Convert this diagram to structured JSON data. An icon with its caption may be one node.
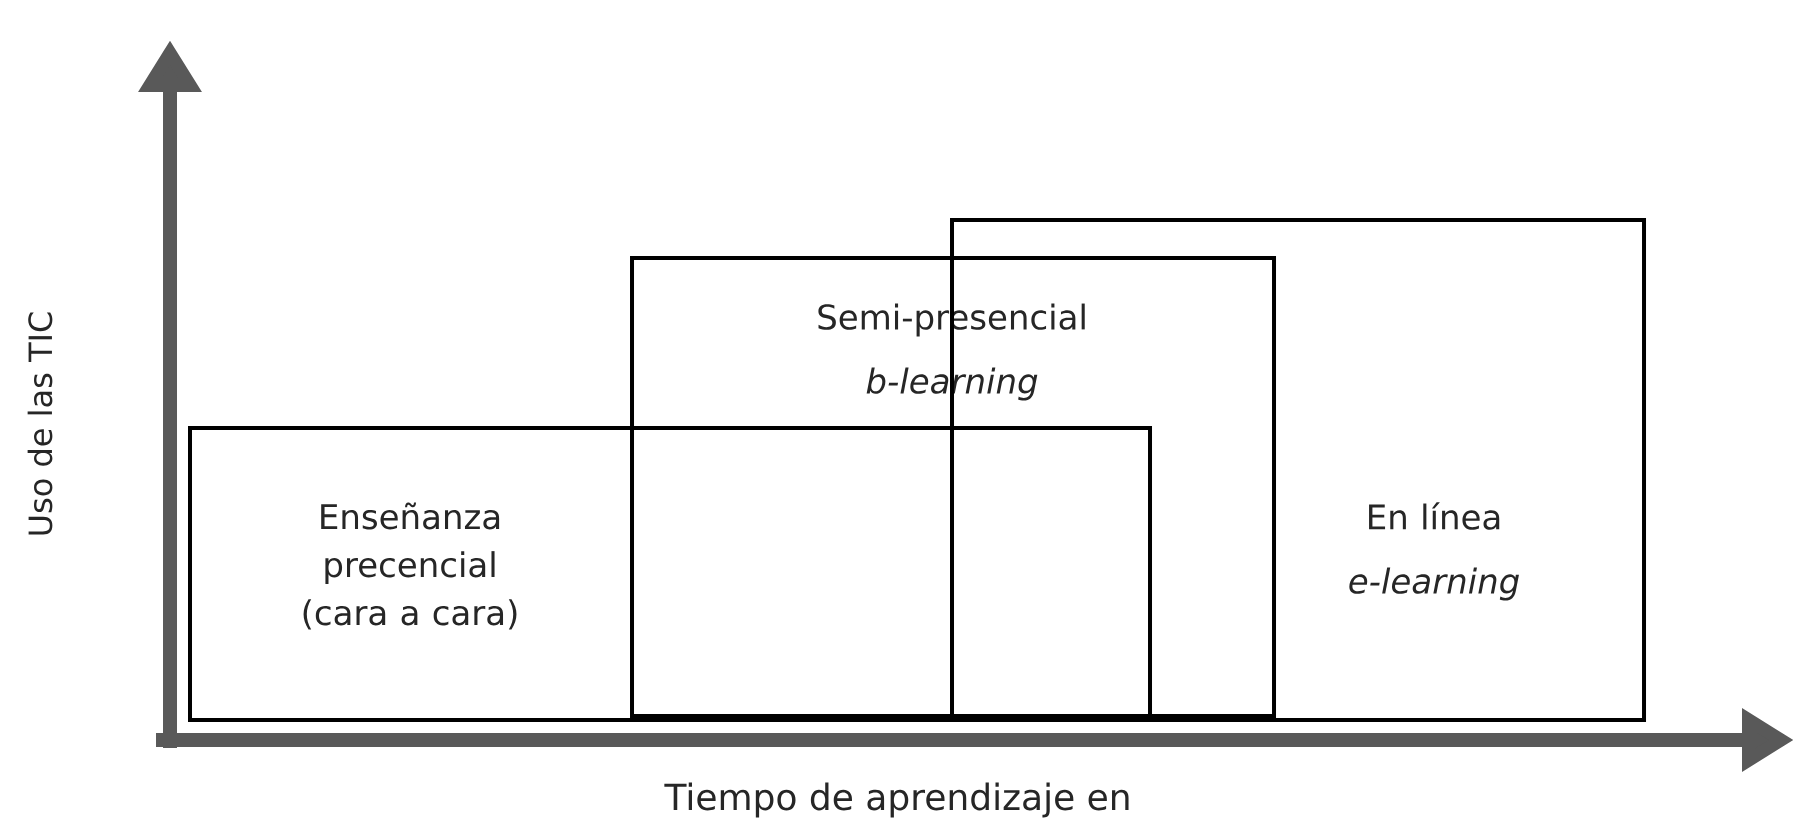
{
  "diagram": {
    "nodes": [
      {
        "text": [
          "Enseñanza precencial (cara a cara)"
        ]
      },
      {
        "text": [
          "Semi-presencial",
          "b-learning"
        ]
      },
      {
        "text": [
          "En línea",
          "e-learning"
        ]
      }
    ],
    "labels": [
      "Uso de las TIC",
      "Tiempo de aprendizaje en"
    ]
  }
}
